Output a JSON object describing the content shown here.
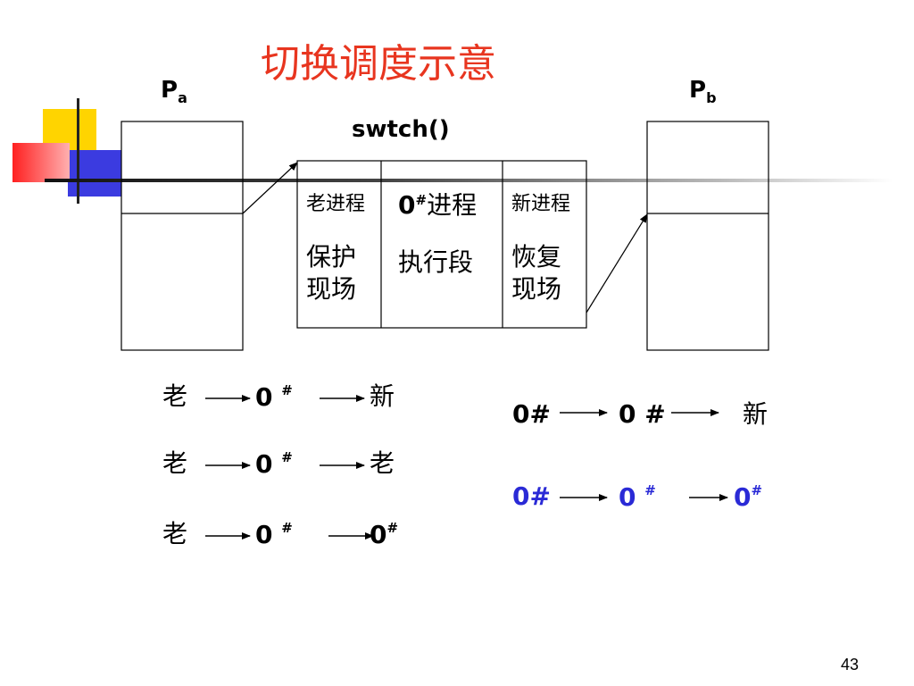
{
  "slide": {
    "title": "切换调度示意",
    "pa": {
      "main": "P",
      "sub": "a"
    },
    "pb": {
      "main": "P",
      "sub": "b"
    },
    "swtch_label": "swtch()",
    "cells": {
      "old": {
        "heading": "老进程",
        "body_line1": "保护",
        "body_line2": "现场"
      },
      "zero": {
        "heading_num": "0",
        "heading_sup": "#",
        "heading_text": "进程",
        "body": "执行段"
      },
      "new": {
        "heading": "新进程",
        "body_line1": "恢复",
        "body_line2": "现场"
      }
    },
    "sequences_left": [
      {
        "a": "老",
        "b": "0",
        "b_sup": "#",
        "c": "新",
        "c_sup": ""
      },
      {
        "a": "老",
        "b": "0",
        "b_sup": "#",
        "c": "老",
        "c_sup": ""
      },
      {
        "a": "老",
        "b": "0",
        "b_sup": "#",
        "c": "0",
        "c_sup": "#"
      }
    ],
    "sequences_right": [
      {
        "a": "0#",
        "b": "0 #",
        "c": "新"
      },
      {
        "a": "0#",
        "b": "0",
        "b_sup": "#",
        "c": "0",
        "c_sup": "#"
      }
    ],
    "page_number": "43"
  },
  "colors": {
    "title": "#e8351f",
    "blue_sequence": "#2a2ad6"
  }
}
